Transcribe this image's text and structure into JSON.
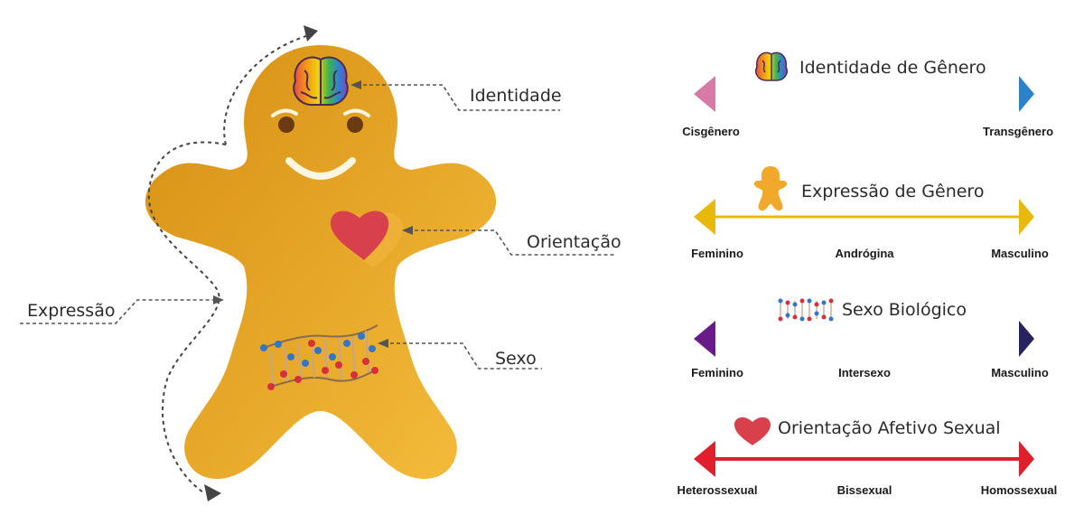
{
  "callouts": {
    "identity": "Identidade",
    "orientation": "Orientação",
    "expression": "Expressão",
    "sex": "Sexo"
  },
  "spectrums": [
    {
      "title": "Identidade de Gênero",
      "icon": "brain-icon",
      "labels": {
        "left": "Cisgênero",
        "middle": "",
        "right": "Transgênero"
      },
      "colors": {
        "left": "#d97aa6",
        "right": "#2b82c9"
      }
    },
    {
      "title": "Expressão de Gênero",
      "icon": "gingerbread-icon",
      "labels": {
        "left": "Feminino",
        "middle": "Andrógina",
        "right": "Masculino"
      },
      "colors": {
        "left": "#e8b90a",
        "right": "#e8b90a"
      }
    },
    {
      "title": "Sexo Biológico",
      "icon": "dna-icon",
      "labels": {
        "left": "Feminino",
        "middle": "Intersexo",
        "right": "Masculino"
      },
      "colors": {
        "left": "#6a1b8a",
        "right": "#27235e"
      }
    },
    {
      "title": "Orientação Afetivo Sexual",
      "icon": "heart-icon",
      "labels": {
        "left": "Heterossexual",
        "middle": "Bissexual",
        "right": "Homossexual"
      },
      "colors": {
        "left": "#e01f2d",
        "right": "#e01f2d"
      }
    }
  ],
  "colors": {
    "body": "#dd9c1f",
    "heart": "#d8404c",
    "dna_red": "#d8303a",
    "dna_blue": "#2f78c8"
  }
}
